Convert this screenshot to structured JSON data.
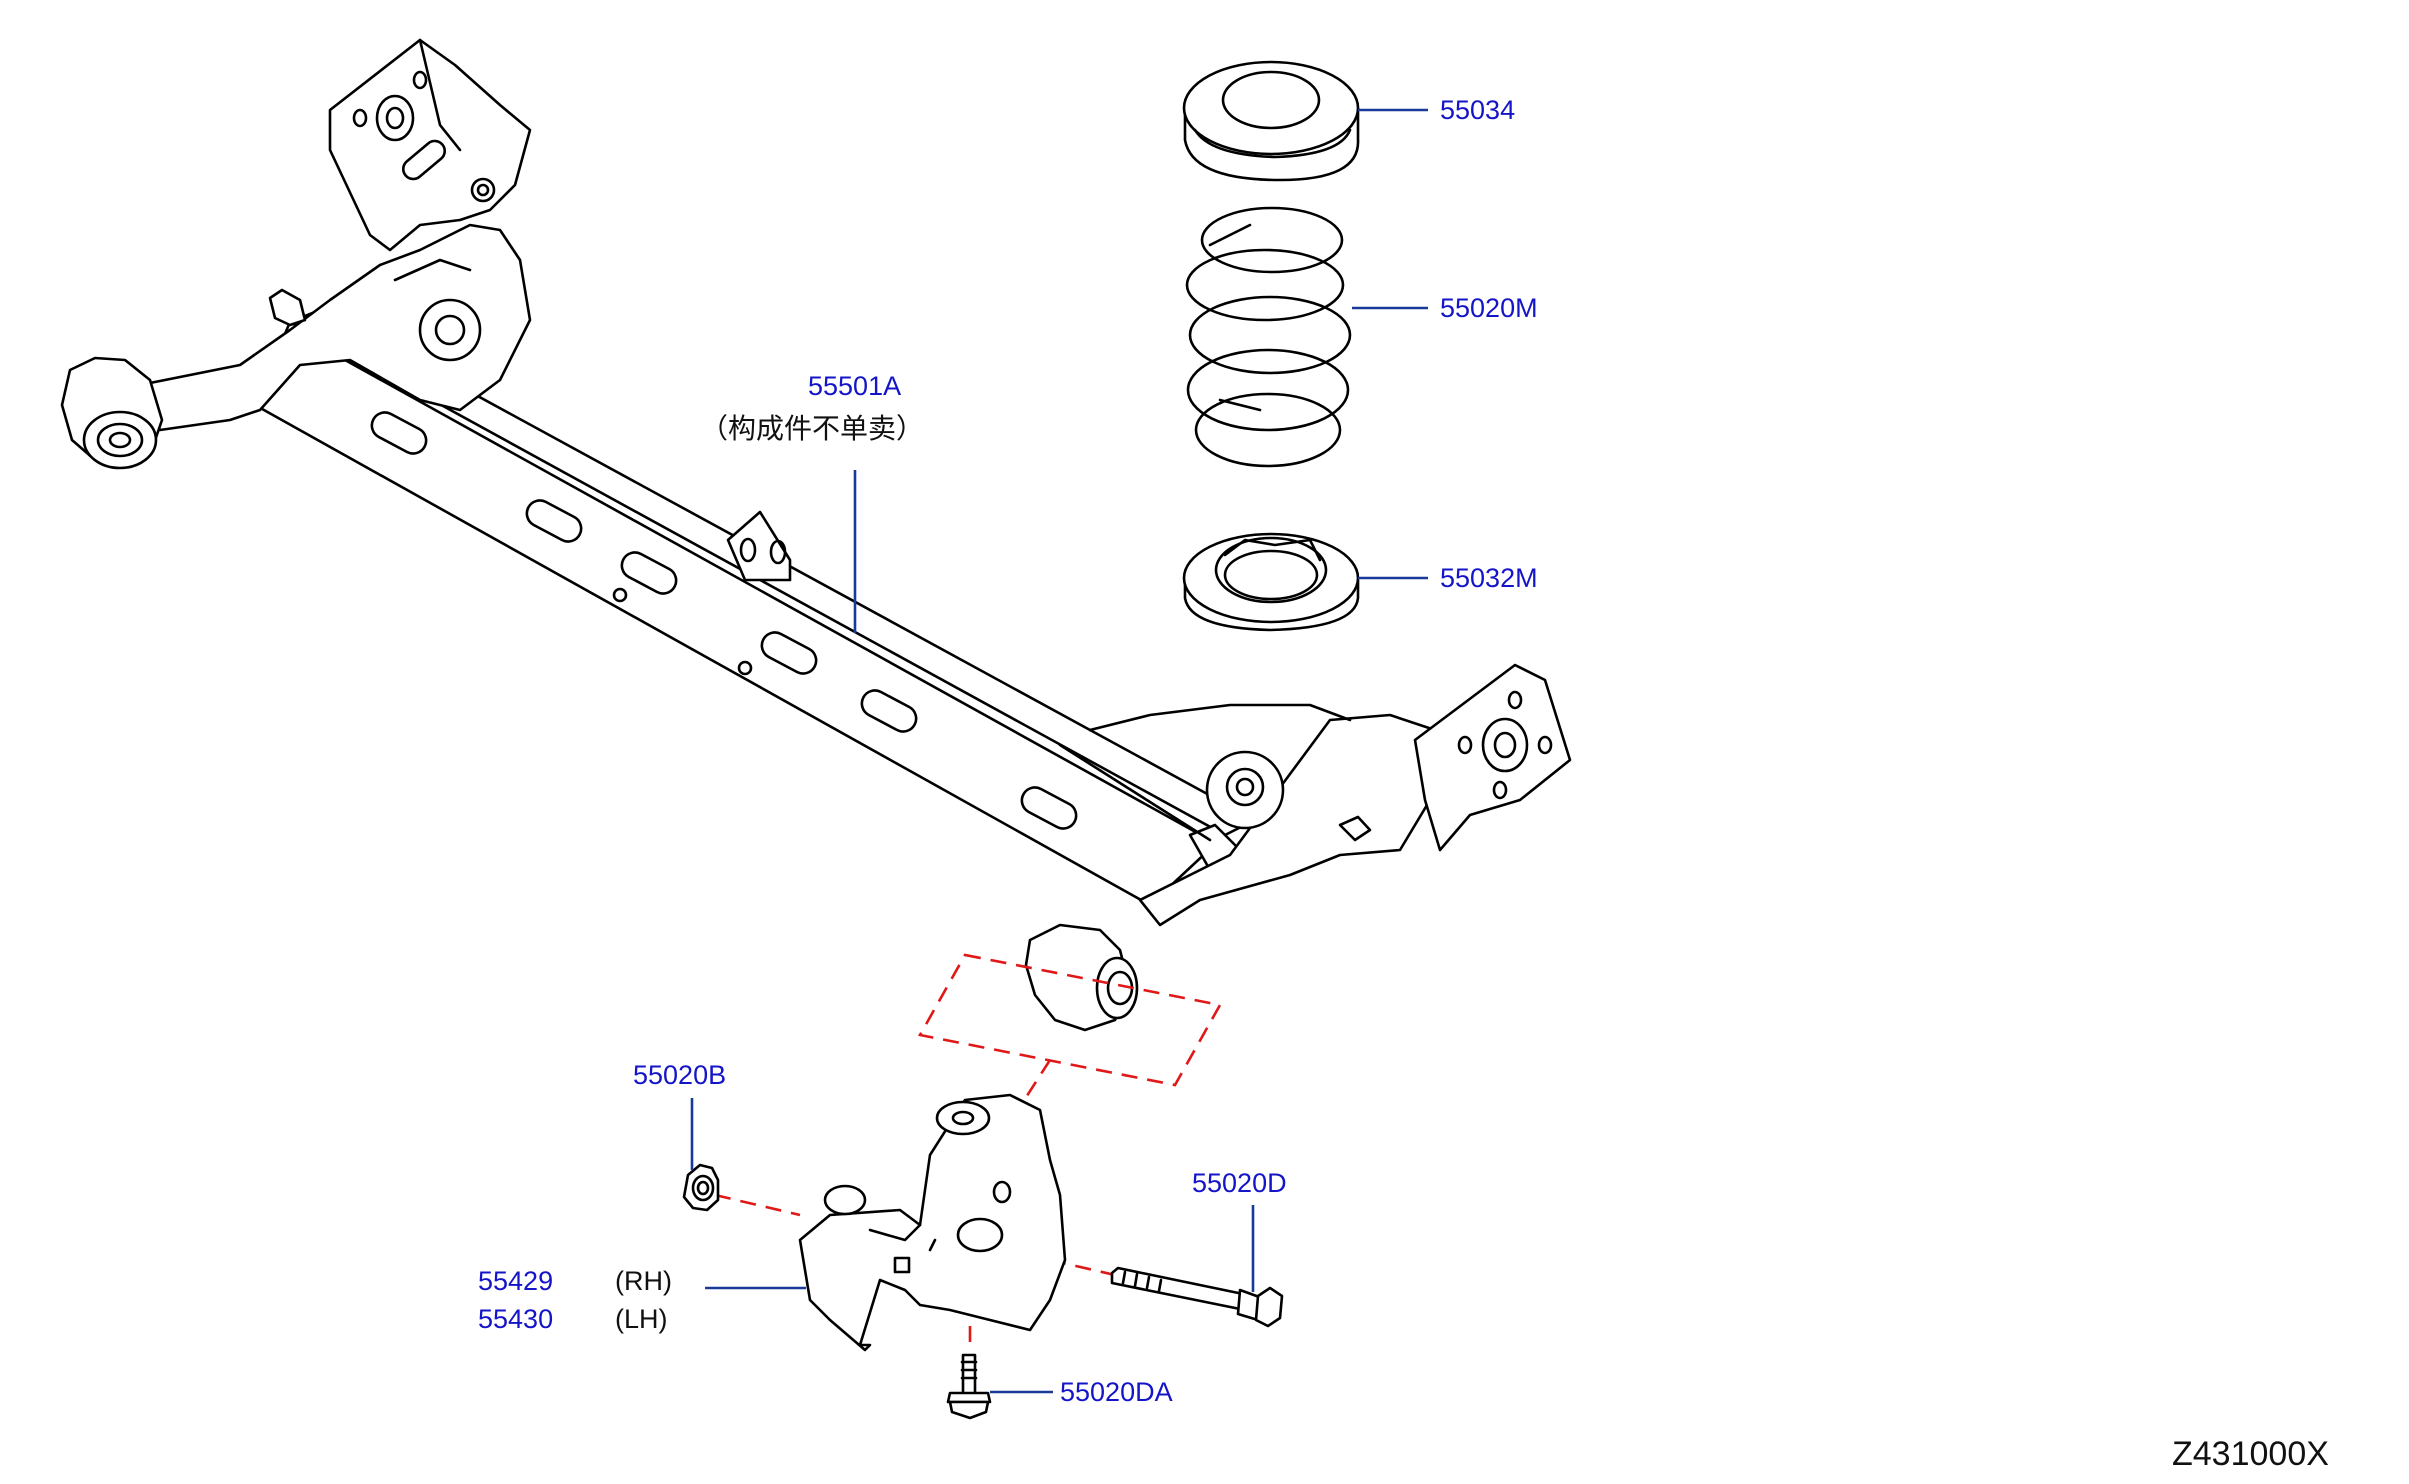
{
  "parts": {
    "p55034": "55034",
    "p55020M": "55020M",
    "p55032M": "55032M",
    "p55501A": "55501A",
    "p55501A_note": "（构成件不单卖）",
    "p55020B": "55020B",
    "p55020D": "55020D",
    "p55429": "55429",
    "p55429_side": "(RH)",
    "p55430": "55430",
    "p55430_side": "(LH)",
    "p55020DA": "55020DA"
  },
  "diagram_code": "Z431000X",
  "colors": {
    "part_number": "#1414c8",
    "leader_line": "#1a3a9a",
    "exploded_guide": "#e01818",
    "drawing": "#000000"
  }
}
